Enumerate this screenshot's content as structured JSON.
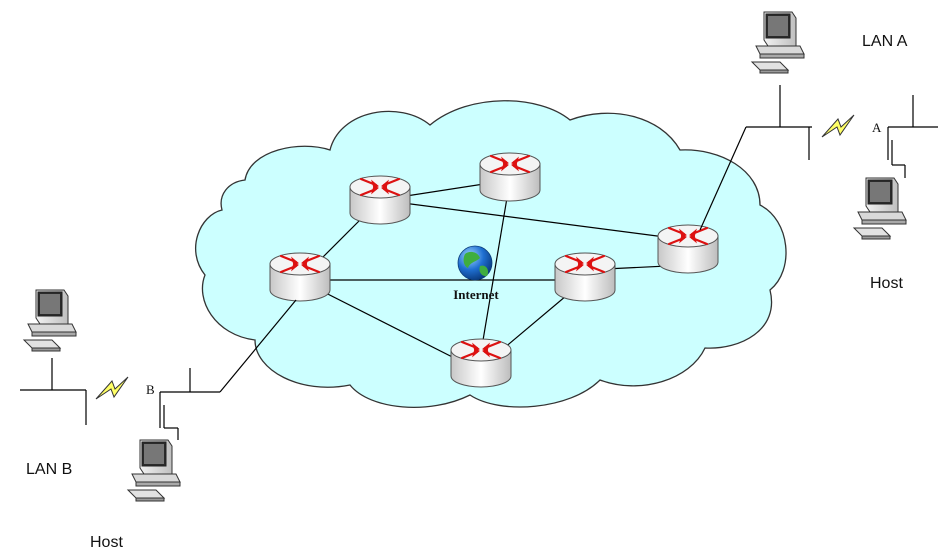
{
  "labels": {
    "lan_a": "LAN A",
    "lan_b": "LAN B",
    "host_right": "Host",
    "host_left": "Host",
    "link_a": "A",
    "link_b": "B",
    "internet": "Internet"
  },
  "colors": {
    "cloud_fill": "#ccffff",
    "router_arrow": "#dd1111",
    "lightning": "#ffff66"
  },
  "icons": {
    "router": "router-icon",
    "computer": "computer-icon",
    "globe": "globe-icon",
    "link": "lightning-icon"
  }
}
